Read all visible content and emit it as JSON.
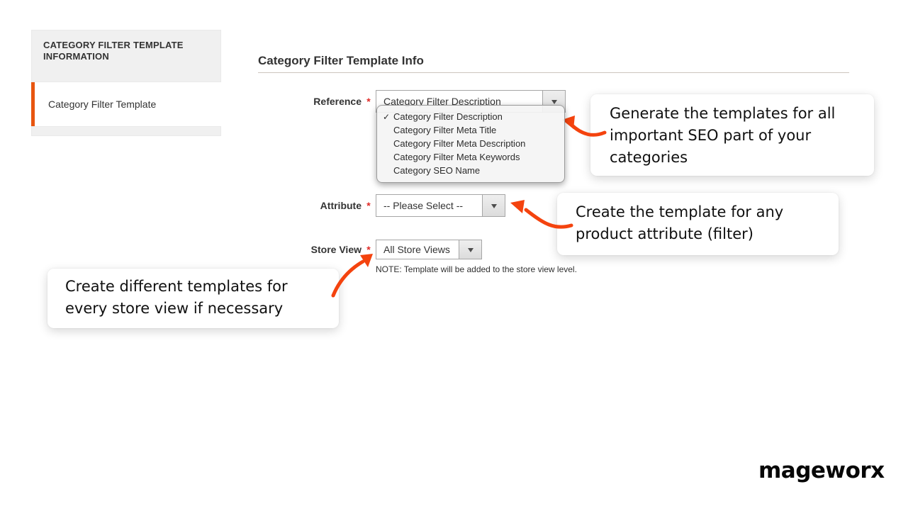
{
  "sidebar": {
    "header": "CATEGORY FILTER TEMPLATE INFORMATION",
    "items": [
      {
        "label": "Category Filter Template",
        "active": true
      }
    ]
  },
  "main": {
    "title": "Category Filter Template Info",
    "required_marker": "*",
    "fields": [
      {
        "label": "Reference",
        "value": "Category Filter Description"
      },
      {
        "label": "Attribute",
        "value": "-- Please Select --"
      },
      {
        "label": "Store View",
        "value": "All Store Views",
        "note": "NOTE: Template will be added to the store view level."
      }
    ],
    "reference_dropdown": {
      "checkmark": "✓",
      "selected": "Category Filter Description",
      "options": [
        "Category Filter Description",
        "Category Filter Meta Title",
        "Category Filter Meta Description",
        "Category Filter Meta Keywords",
        "Category SEO Name"
      ]
    }
  },
  "callouts": [
    {
      "text": "Generate the templates for all important SEO part of your categories"
    },
    {
      "text": "Create the template for any product attribute (filter)"
    },
    {
      "text": "Create different templates for every store view if necessary"
    }
  ],
  "logo": {
    "text": "mageworx"
  },
  "colors": {
    "accent_orange": "#f4430e",
    "sidebar_active_border": "#e8550f",
    "required_red": "#e02b27",
    "panel_gray": "#f0f0f0"
  }
}
